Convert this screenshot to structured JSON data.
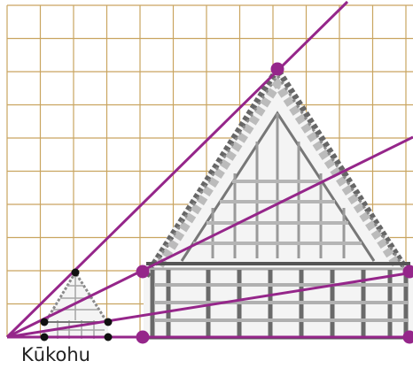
{
  "caption": "Kūkohu",
  "colors": {
    "grid": "#c9a560",
    "ray": "#95268a",
    "large_point": "#95268a",
    "small_point": "#111111",
    "thatch_dark": "#555555",
    "thatch_light": "#cfcfcf"
  },
  "icons": [
    "large-house-drawing",
    "small-house-drawing"
  ]
}
